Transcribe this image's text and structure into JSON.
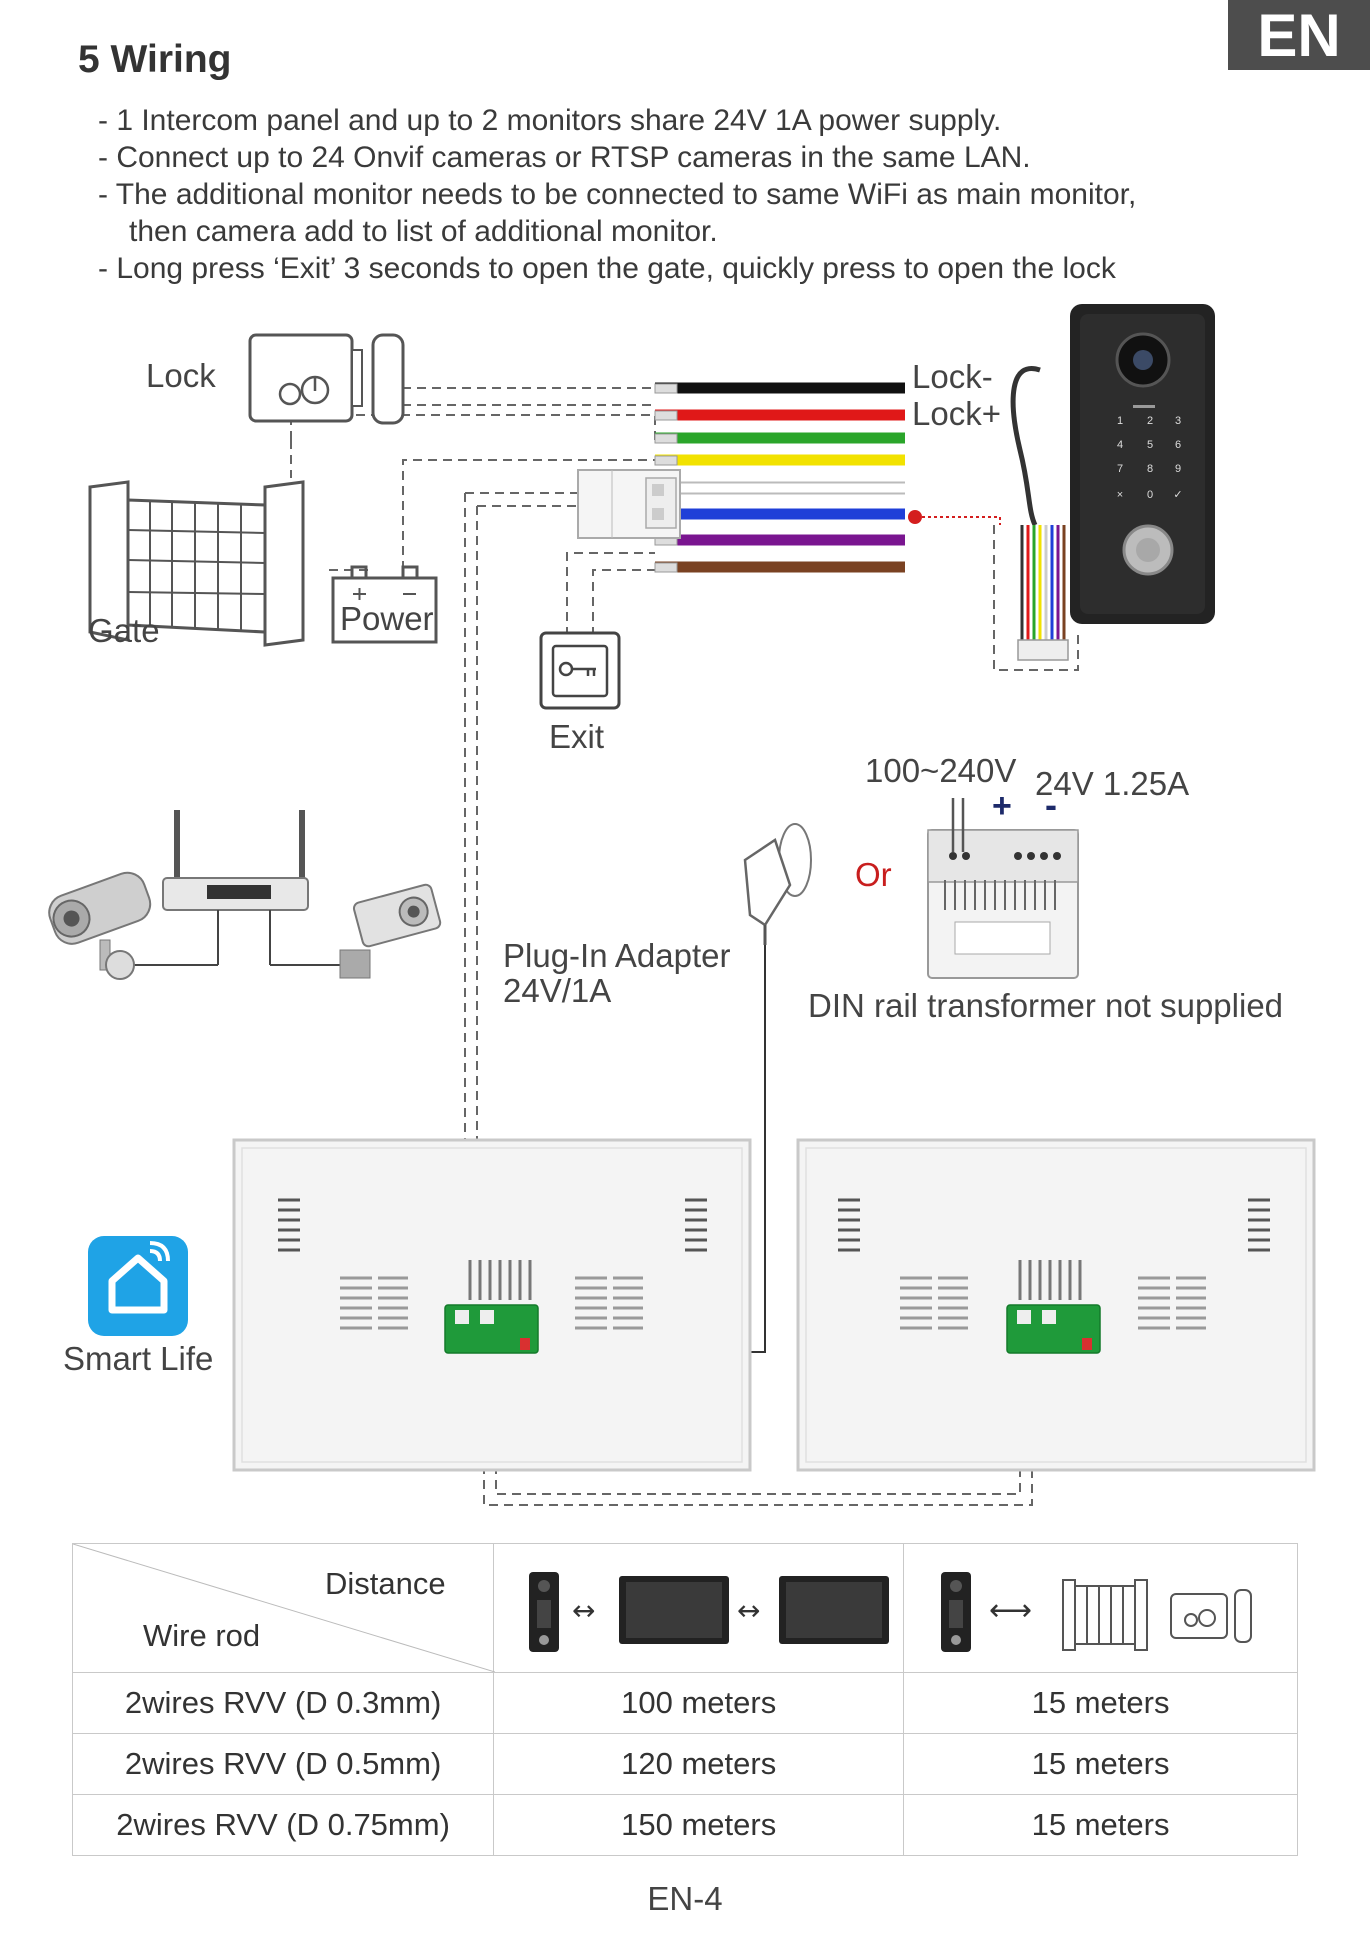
{
  "tab": "EN",
  "section_title": "5  Wiring",
  "notes": [
    "- 1 Intercom panel and up to 2 monitors share 24V 1A power supply.",
    "- Connect up to 24 Onvif cameras or RTSP cameras in the same LAN.",
    "- The additional monitor needs to be connected to same WiFi as main monitor,",
    "then camera add to list of additional monitor.",
    "-  Long press ‘Exit’ 3 seconds to open the gate, quickly press to open the lock"
  ],
  "labels": {
    "lock": "Lock",
    "gate": "Gate",
    "power": "Power",
    "lock_minus": "Lock-",
    "lock_plus": "Lock+",
    "exit": "Exit",
    "voltage_in": "100~240V",
    "voltage_out": "24V 1.25A",
    "plus": "+",
    "minus": "-",
    "or": "Or",
    "adapter_line1": "Plug-In Adapter",
    "adapter_line2": "24V/1A",
    "din_note": "DIN rail transformer not supplied",
    "smart_life": "Smart Life"
  },
  "colors": {
    "wires": [
      "#111111",
      "#e01818",
      "#2aa52a",
      "#f2e200",
      "#ffffff",
      "#1f3fd8",
      "#7a1590",
      "#7a4222"
    ],
    "smart_life_icon": "#1fa3e6",
    "accent_red": "#c81e1e",
    "tab_bg": "#4d4d4d"
  },
  "table": {
    "header_distance": "Distance",
    "header_wire_rod": "Wire rod",
    "rows": [
      {
        "wire": "2wires RVV (D 0.3mm)",
        "monitor": "100 meters",
        "lock": "15 meters"
      },
      {
        "wire": "2wires RVV (D 0.5mm)",
        "monitor": "120 meters",
        "lock": "15 meters"
      },
      {
        "wire": "2wires RVV (D 0.75mm)",
        "monitor": "150 meters",
        "lock": "15 meters"
      }
    ]
  },
  "footer": "EN-4"
}
